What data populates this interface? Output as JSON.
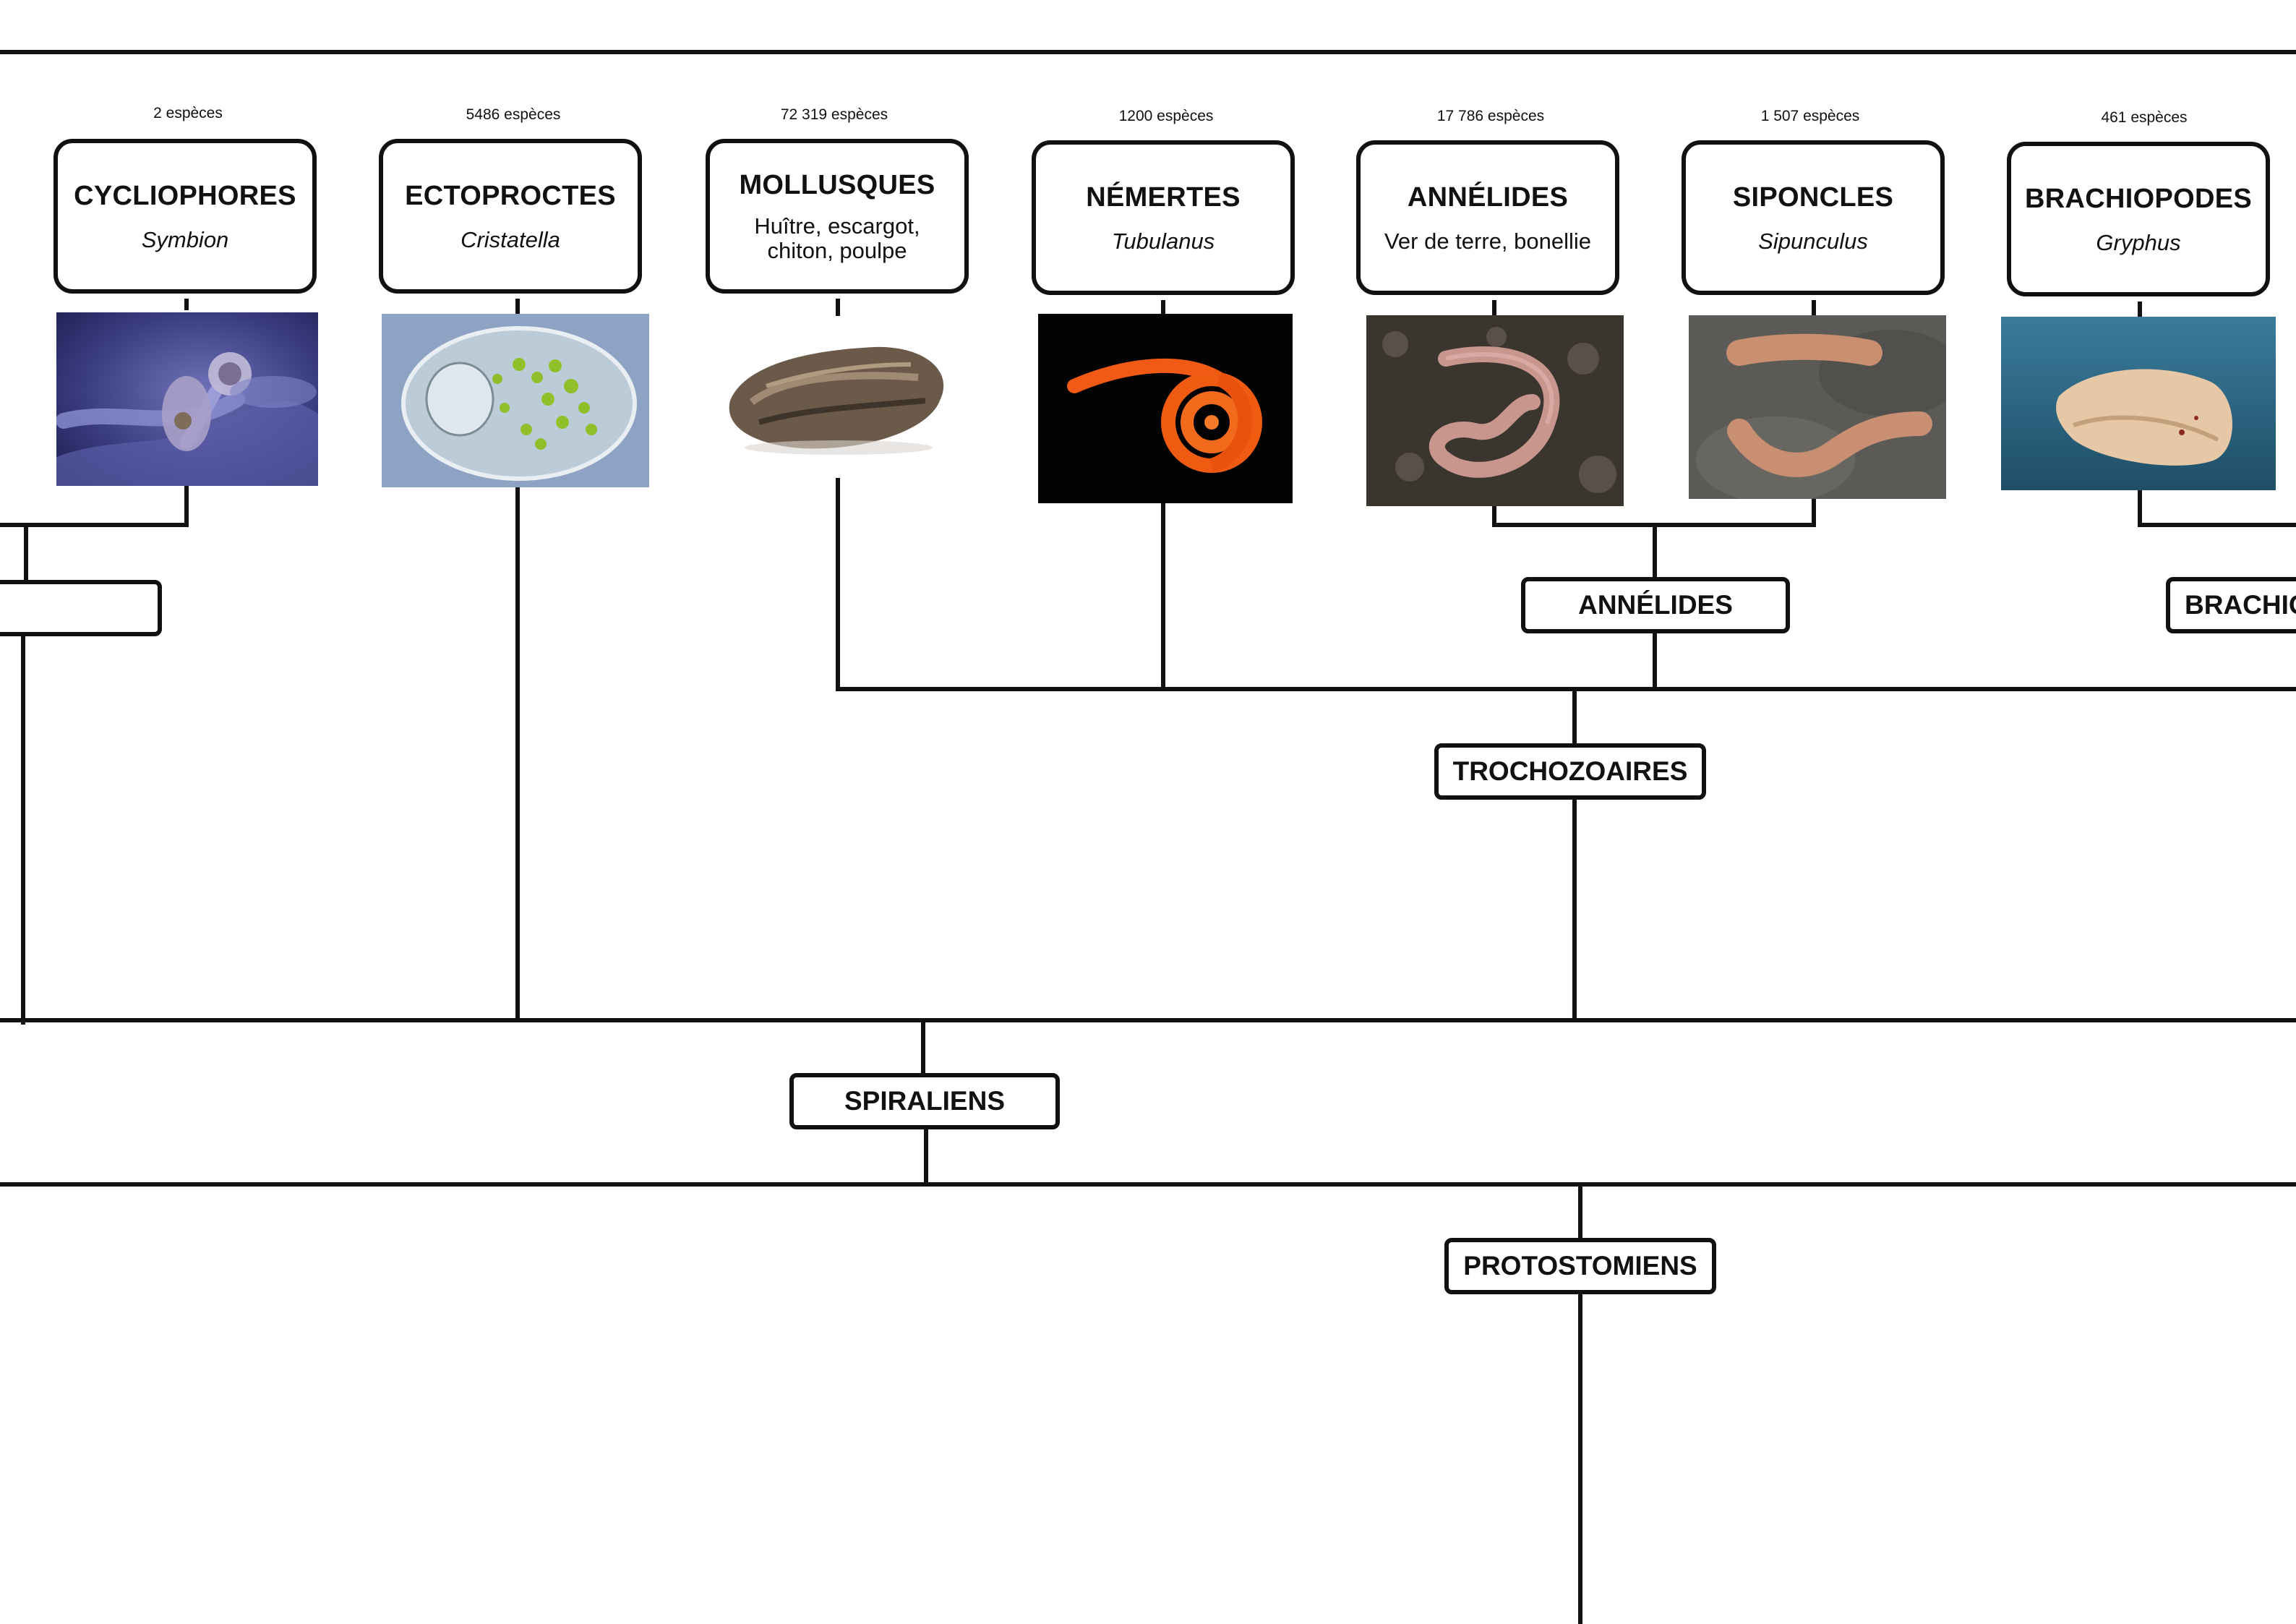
{
  "taxa": [
    {
      "count": "2 espèces",
      "name": "CYCLIOPHORES",
      "example": "Symbion",
      "photo": "cycliophore-photo"
    },
    {
      "count": "5486 espèces",
      "name": "ECTOPROCTES",
      "example": "Cristatella",
      "photo": "ectoprocte-photo"
    },
    {
      "count": "72 319 espèces",
      "name": "MOLLUSQUES",
      "example": "Huître, escargot, chiton, poulpe",
      "photo": "oyster-photo"
    },
    {
      "count": "1200 espèces",
      "name": "NÉMERTES",
      "example": "Tubulanus",
      "photo": "nemertean-photo"
    },
    {
      "count": "17 786 espèces",
      "name": "ANNÉLIDES",
      "example": "Ver de terre, bonellie",
      "photo": "earthworm-photo"
    },
    {
      "count": "1 507 espèces",
      "name": "SIPONCLES",
      "example": "Sipunculus",
      "photo": "sipuncula-photo"
    },
    {
      "count": "461 espèces",
      "name": "BRACHIOPODES",
      "example": "Gryphus",
      "photo": "brachiopod-photo"
    }
  ],
  "clades": {
    "annelides": "ANNÉLIDES",
    "brachiopodes": "BRACHIOPODES",
    "trochozoaires": "TROCHOZOAIRES",
    "spiraliens": "SPIRALIENS",
    "protostomiens": "PROTOSTOMIENS"
  },
  "colors": {
    "line": "#111111",
    "background": "#ffffff"
  }
}
